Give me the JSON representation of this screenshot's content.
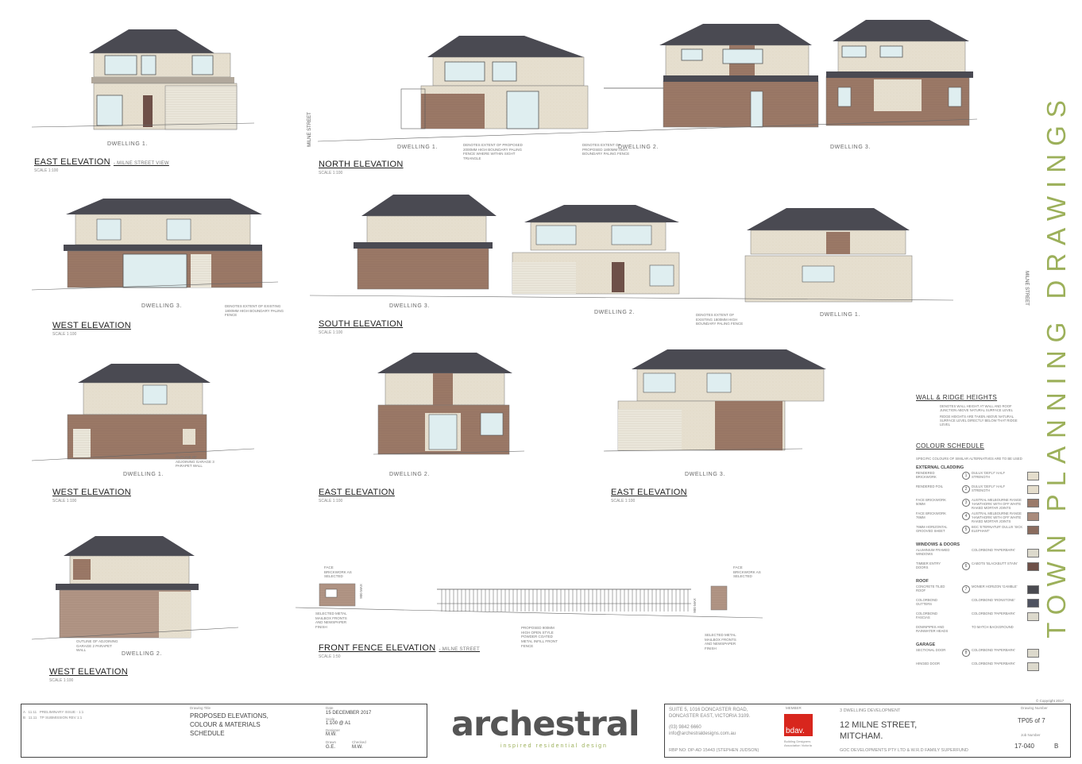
{
  "sheet_title": "TOWN PLANNING DRAWINGS",
  "elevations": [
    {
      "key": "east_elev_1",
      "title": "EAST ELEVATION",
      "subtitle": "- MILNE STREET VIEW",
      "scale": "SCALE 1:100",
      "dwelling": "DWELLING 1."
    },
    {
      "key": "north_elev",
      "title": "NORTH ELEVATION",
      "subtitle": "",
      "scale": "SCALE 1:100",
      "dwellings": [
        "DWELLING 1.",
        "DWELLING 2.",
        "DWELLING 3."
      ]
    },
    {
      "key": "west_elev_3",
      "title": "WEST ELEVATION",
      "subtitle": "",
      "scale": "SCALE 1:100",
      "dwelling": "DWELLING 3."
    },
    {
      "key": "south_elev",
      "title": "SOUTH ELEVATION",
      "subtitle": "",
      "scale": "SCALE 1:100",
      "dwellings": [
        "DWELLING 3.",
        "DWELLING 2.",
        "DWELLING 1."
      ]
    },
    {
      "key": "west_elev_1",
      "title": "WEST ELEVATION",
      "subtitle": "",
      "scale": "SCALE 1:100",
      "dwelling": "DWELLING 1."
    },
    {
      "key": "east_elev_2",
      "title": "EAST ELEVATION",
      "subtitle": "",
      "scale": "SCALE 1:100",
      "dwelling": "DWELLING 2."
    },
    {
      "key": "east_elev_3",
      "title": "EAST ELEVATION",
      "subtitle": "",
      "scale": "SCALE 1:100",
      "dwelling": "DWELLING 3."
    },
    {
      "key": "west_elev_2",
      "title": "WEST ELEVATION",
      "subtitle": "",
      "scale": "SCALE 1:100",
      "dwelling": "DWELLING 2."
    },
    {
      "key": "fence_elev",
      "title": "FRONT FENCE ELEVATION",
      "subtitle": "- MILNE STREET",
      "scale": "SCALE 1:50",
      "dwelling": ""
    }
  ],
  "street_labels": {
    "north": "MILNE STREET",
    "south": "MILNE STREET"
  },
  "notes": {
    "north_1": "DENOTES EXTENT OF PROPOSED 2000MM HIGH BOUNDARY PALING FENCE WHERE WITHIN SIGHT TRIANGLE",
    "north_2": "DENOTES EXTENT OF PROPOSED 1800MM HIGH BOUNDARY PALING FENCE",
    "west_3": "DENOTES EXTENT OF EXISTING 1800MM HIGH BOUNDARY PALING FENCE",
    "south": "DENOTES EXTENT OF EXISTING 1800MM HIGH BOUNDARY PALING FENCE",
    "garage_outline_3": "OUTLINE OF ADJOINING GARAGE 2 PARAPET WALL",
    "garage_outline_2": "OUTLINE OF ADJOINING GARAGE 3 PARAPET WALL",
    "fence_brick_1": "FACE BRICKWORK AS SELECTED",
    "fence_brick_2": "FACE BRICKWORK AS SELECTED",
    "fence_mailbox_1": "SELECTED METAL MAILBOX FRONTS AND NEWSPAPER FINISH",
    "fence_mid": "PROPOSED 900MM HIGH OPEN STYLE POWDER COATED METAL INFILL FRONT FENCE",
    "fence_mailbox_2": "SELECTED METAL MAILBOX FRONTS AND NEWSPAPER FINISH",
    "fence_h1": "900 MAX",
    "fence_h2": "900 MAX"
  },
  "legend": {
    "wall_heading": "WALL & RIDGE HEIGHTS",
    "wall_note_1": "DENOTES WALL HEIGHT AT WALL AND ROOF JUNCTION ABOVE NATURAL SURFACE LEVEL",
    "wall_note_2": "RIDGE HEIGHTS ARE TAKEN ABOVE NATURAL SURFACE LEVEL DIRECTLY BELOW THAT RIDGE LEVEL",
    "colour_heading": "COLOUR SCHEDULE",
    "colour_note": "SPECIFIC COLOURS OF SIMILAR ALTERNATIVES ARE TO BE USED",
    "sections": [
      {
        "title": "EXTERNAL CLADDING",
        "rows": [
          {
            "label": "RENDERED BRICKWORK",
            "num": "1",
            "desc": "DULUX 'DEFLY' HALF STRENGTH",
            "color": "#e4ddcc"
          },
          {
            "label": "RENDERED FOIL",
            "num": "2",
            "desc": "DULUX 'DEFLY' HALF STRENGTH",
            "color": "#e4ddcc"
          },
          {
            "label": "FACE BRICKWORK 50MM",
            "num": "3",
            "desc": "AUSTRAL MELBOURNE RANGE 'HAWTHORN' WITH OFF WHITE RAKED MORTAR JOINTS",
            "color": "#9a7a6a"
          },
          {
            "label": "FACE BRICKWORK 76MM",
            "num": "4",
            "desc": "AUSTRAL MELBOURNE RANGE 'HAWTHORN' WITH OFF WHITE RAKED MORTAR JOINTS",
            "color": "#a98b7c"
          },
          {
            "label": "76MM HORIZONTAL GROOVED SHEET",
            "num": "5",
            "desc": "BGC 'ETERNATUR' DULUX 'SICK ELEPHANT'",
            "color": "#8a6c5e"
          }
        ]
      },
      {
        "title": "WINDOWS & DOORS",
        "rows": [
          {
            "label": "ALUMINIUM FRAMED WINDOWS",
            "num": "",
            "desc": "COLORBOND 'PAPERBARK'",
            "color": "#dcd9cc"
          },
          {
            "label": "TIMBER ENTRY DOORS",
            "num": "6",
            "desc": "CABOTS 'BLACKBUTT STAIN'",
            "color": "#6e5048"
          }
        ]
      },
      {
        "title": "ROOF",
        "rows": [
          {
            "label": "CONCRETE TILED ROOF",
            "num": "7",
            "desc": "MONIER HORIZON 'GAMBLE'",
            "color": "#4a4a50"
          },
          {
            "label": "COLORBOND GUTTERS",
            "num": "",
            "desc": "COLORBOND 'IRONSTONE'",
            "color": "#4e5260"
          },
          {
            "label": "COLORBOND FASCIAS",
            "num": "",
            "desc": "COLORBOND 'PAPERBARK'",
            "color": "#dcd9cc"
          },
          {
            "label": "DOWNPIPES AND RAINWATER HEADS",
            "num": "",
            "desc": "TO MATCH BACKGROUND",
            "color": ""
          }
        ]
      },
      {
        "title": "GARAGE",
        "rows": [
          {
            "label": "SECTIONAL DOOR",
            "num": "8",
            "desc": "COLORBOND 'PAPERBARK'",
            "color": "#dcd9cc"
          },
          {
            "label": "HINGED DOOR",
            "num": "",
            "desc": "COLORBOND 'PAPERBARK'",
            "color": "#dcd9cc"
          }
        ]
      }
    ]
  },
  "title_block": {
    "drawing_title_label": "Drawing Title",
    "drawing_title": [
      "PROPOSED ELEVATIONS,",
      "COLOUR & MATERIALS",
      "SCHEDULE"
    ],
    "date_label": "Date",
    "date": "15 DECEMBER 2017",
    "scale_label": "Scale",
    "scale": "1:100 @ A1",
    "designer_label": "Designer",
    "designer": "M.W.",
    "drawn_label": "Drawn",
    "drawn": "G.E.",
    "checked_label": "Checked",
    "checked": "M.W.",
    "logo_text": "archestral",
    "logo_tagline": "inspired residential design",
    "address_lines": [
      "SUITE 5, 1016 DONCASTER ROAD,",
      "DONCASTER EAST, VICTORIA 3109.",
      "(03) 9842 6660",
      "info@archestraldesigns.com.au"
    ],
    "rbp": "RBP NO: DP-AD 15443 (STEPHEN JUDSON)",
    "member_label": "MEMBER",
    "bdav": "bdav.",
    "bdav_caption": "Building Designers Association Victoria",
    "project_type": "3 DWELLING DEVELOPMENT",
    "address": [
      "12 MILNE STREET,",
      "MITCHAM."
    ],
    "client": "GOC DEVELOPMENTS PTY LTD & W.R.D FAMILY SUPERFUND",
    "sheet_label": "Drawing Number",
    "sheet": "TP05 of 7",
    "job_label": "Job Number",
    "job": "17-040",
    "rev": "B",
    "copyright": "© Copyright 2017",
    "revisions": [
      {
        "rev": "A",
        "date": "11.11",
        "desc": "PRELIMINARY ISSUE - 1:1"
      },
      {
        "rev": "B",
        "date": "11.11",
        "desc": "TP SUBMISSION REV 1:1"
      }
    ]
  },
  "colors": {
    "render": "#e6dfcf",
    "brick": "#9a7866",
    "brick_dark": "#86685a",
    "roof": "#4a4a52",
    "window": "#dfeef0",
    "accent": "#9cb05a"
  }
}
